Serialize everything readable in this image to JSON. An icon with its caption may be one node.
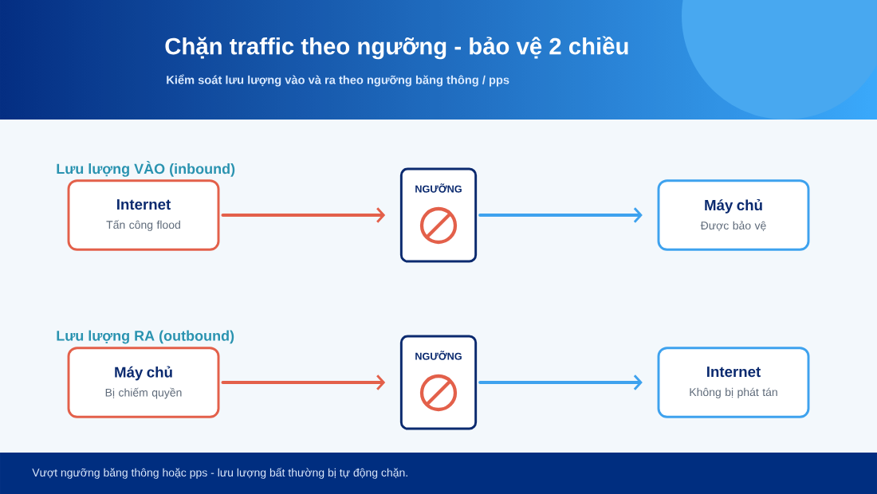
{
  "diagram": {
    "title": "Chặn traffic theo ngưỡng - bảo vệ 2 chiều",
    "nodes": [
      {
        "text": [
          "Internet",
          "Tấn công flood"
        ]
      },
      {
        "text": [
          "NGƯỠNG"
        ]
      },
      {
        "text": [
          "Máy chủ",
          "Được bảo vệ"
        ]
      },
      {
        "text": [
          "Máy chủ",
          "Bị chiếm quyền"
        ]
      },
      {
        "text": [
          "NGƯỠNG"
        ]
      },
      {
        "text": [
          "Internet",
          "Không bị phát tán"
        ]
      }
    ],
    "edges": [
      {
        "from": 0,
        "to": 1,
        "arrow": "to",
        "color": "#e3604a"
      },
      {
        "from": 1,
        "to": 2,
        "arrow": "to",
        "color": "#3ea2ee"
      },
      {
        "from": 3,
        "to": 4,
        "arrow": "to",
        "color": "#e3604a"
      },
      {
        "from": 4,
        "to": 5,
        "arrow": "to",
        "color": "#3ea2ee"
      }
    ],
    "labels": [
      "Kiểm soát lưu lượng vào và ra theo ngưỡng băng thông / pps",
      "Lưu lượng VÀO (inbound)",
      "Lưu lượng RA (outbound)",
      "Vượt ngưỡng băng thông hoặc pps - lưu lượng bất thường bị tự động chặn."
    ]
  }
}
